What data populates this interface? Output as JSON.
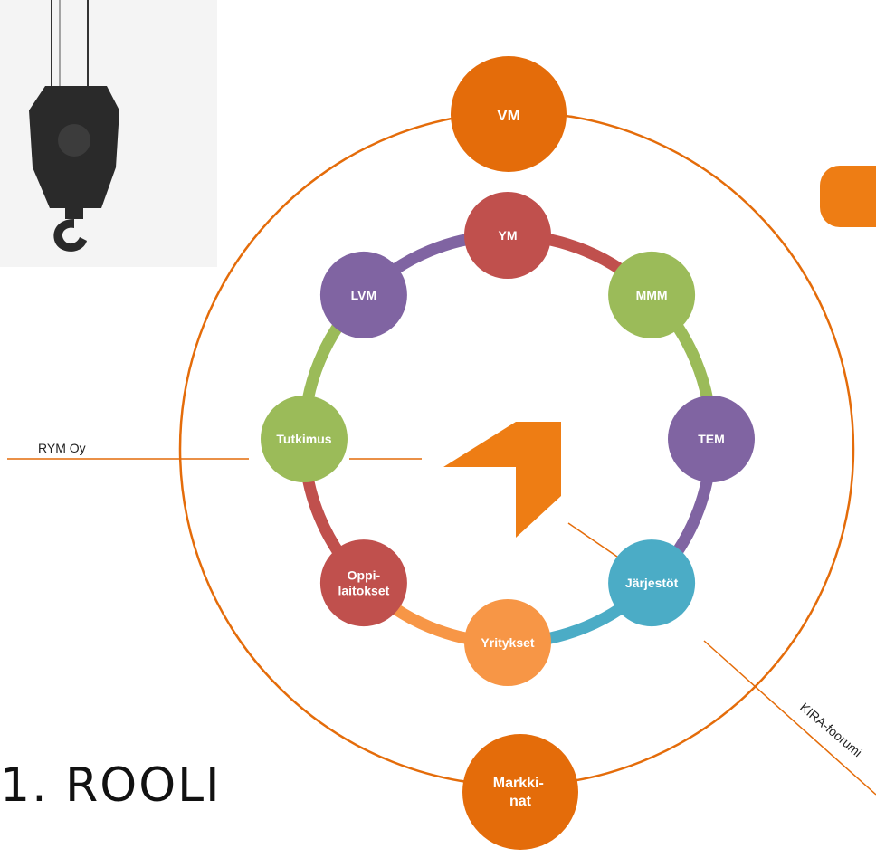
{
  "heading": "1. ROOLI",
  "outer_nodes": {
    "top": {
      "label": "VM",
      "color": "#E46C0A"
    },
    "bottom": {
      "lines": [
        "Markki-",
        "nat"
      ],
      "color": "#E46C0A"
    }
  },
  "inner_nodes": [
    {
      "id": "ym",
      "lines": [
        "YM"
      ],
      "color": "#C0504D"
    },
    {
      "id": "mmm",
      "lines": [
        "MMM"
      ],
      "color": "#9BBB59"
    },
    {
      "id": "tem",
      "lines": [
        "TEM"
      ],
      "color": "#8064A2"
    },
    {
      "id": "jarjestot",
      "lines": [
        "Järjestöt"
      ],
      "color": "#4BACC6"
    },
    {
      "id": "yritykset",
      "lines": [
        "Yritykset"
      ],
      "color": "#F79646"
    },
    {
      "id": "oppilaitokset",
      "lines": [
        "Oppi-",
        "laitokset"
      ],
      "color": "#C0504D"
    },
    {
      "id": "tutkimus",
      "lines": [
        "Tutkimus"
      ],
      "color": "#9BBB59"
    },
    {
      "id": "lvm",
      "lines": [
        "LVM"
      ],
      "color": "#8064A2"
    }
  ],
  "external_labels": {
    "left": "RYM Oy",
    "bottom_right": "KIRA-foorumi"
  },
  "colors": {
    "outer_ring": "#E46C0A",
    "center_arrow": "#EE7D14",
    "connector": "#E46C0A"
  },
  "icons": {
    "crane_hook": "crane-hook-image",
    "corner_shape": "orange-rounded-tab"
  }
}
